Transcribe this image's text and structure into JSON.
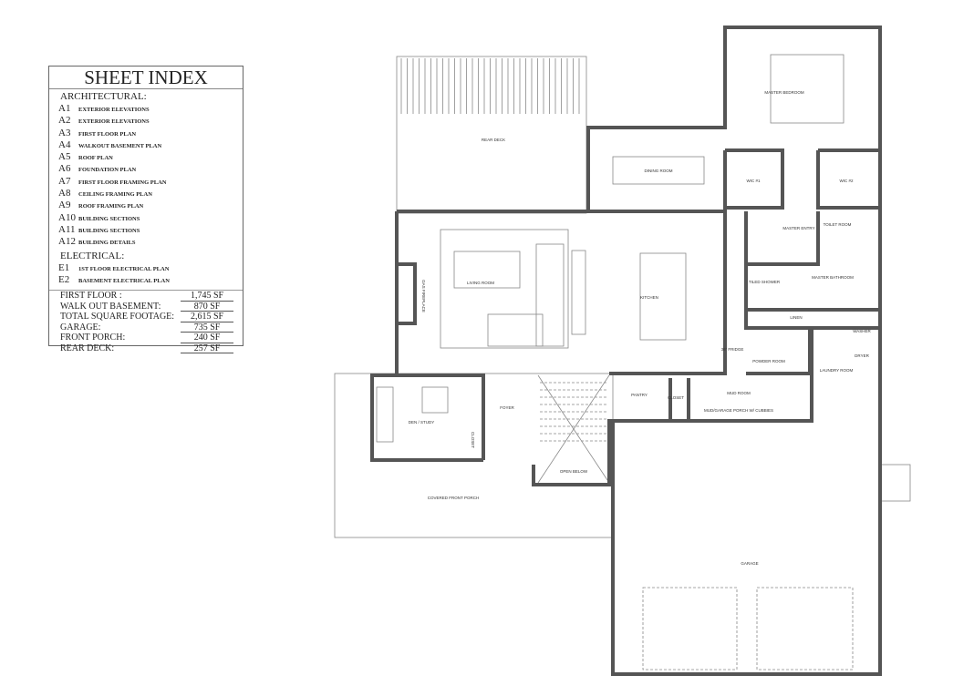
{
  "sheet_index": {
    "title": "SHEET INDEX",
    "architectural_label": "ARCHITECTURAL:",
    "architectural": [
      {
        "code": "A1",
        "desc": "EXTERIOR ELEVATIONS"
      },
      {
        "code": "A2",
        "desc": "EXTERIOR ELEVATIONS"
      },
      {
        "code": "A3",
        "desc": "FIRST FLOOR PLAN"
      },
      {
        "code": "A4",
        "desc": "WALKOUT BASEMENT PLAN"
      },
      {
        "code": "A5",
        "desc": "ROOF PLAN"
      },
      {
        "code": "A6",
        "desc": "FOUNDATION PLAN"
      },
      {
        "code": "A7",
        "desc": "FIRST FLOOR FRAMING PLAN"
      },
      {
        "code": "A8",
        "desc": "CEILING FRAMING PLAN"
      },
      {
        "code": "A9",
        "desc": "ROOF FRAMING PLAN"
      },
      {
        "code": "A10",
        "desc": "BUILDING SECTIONS"
      },
      {
        "code": "A11",
        "desc": "BUILDING SECTIONS"
      },
      {
        "code": "A12",
        "desc": "BUILDING DETAILS"
      }
    ],
    "electrical_label": "ELECTRICAL:",
    "electrical": [
      {
        "code": "E1",
        "desc": "1ST FLOOR ELECTRICAL PLAN"
      },
      {
        "code": "E2",
        "desc": "BASEMENT ELECTRICAL PLAN"
      }
    ],
    "areas": [
      {
        "label": "FIRST FLOOR :",
        "value": "1,745 SF"
      },
      {
        "label": "WALK OUT BASEMENT:",
        "value": "870 SF"
      },
      {
        "label": "TOTAL SQUARE FOOTAGE:",
        "value": "2,615 SF"
      },
      {
        "label": "GARAGE:",
        "value": "735 SF"
      },
      {
        "label": "FRONT PORCH:",
        "value": "240 SF"
      },
      {
        "label": "REAR DECK:",
        "value": "257 SF"
      }
    ]
  },
  "rooms": {
    "rear_deck": "REAR DECK",
    "dining_room": "DINING ROOM",
    "master_bedroom": "MASTER BEDROOM",
    "wic1": "WIC #1",
    "wic2": "WIC #2",
    "master_entry": "MASTER ENTRY",
    "toilet_room": "TOILET ROOM",
    "tiled_shower": "TILED SHOWER",
    "master_bathroom": "MASTER BATHROOM",
    "linen": "LINEN",
    "powder_room": "POWDER ROOM",
    "laundry_room": "LAUNDRY ROOM",
    "washer": "WASHER",
    "dryer": "DRYER",
    "fridge": "36\" FRIDGE",
    "living_room": "LIVING ROOM",
    "gas_fireplace": "GAS FIREPLACE",
    "kitchen": "KITCHEN",
    "study": "DEN / STUDY",
    "closet_study": "CLOSET",
    "foyer": "FOYER",
    "open_below": "OPEN BELOW",
    "pantry": "PANTRY",
    "closet_mud": "CLOSET",
    "mud_room": "MUD ROOM",
    "mud_porch": "MUD/GARAGE PORCH W/ CUBBIES",
    "covered_front_porch": "COVERED FRONT PORCH",
    "garage": "GARAGE"
  },
  "colors": {
    "wall": "#555555",
    "line": "#888888"
  }
}
